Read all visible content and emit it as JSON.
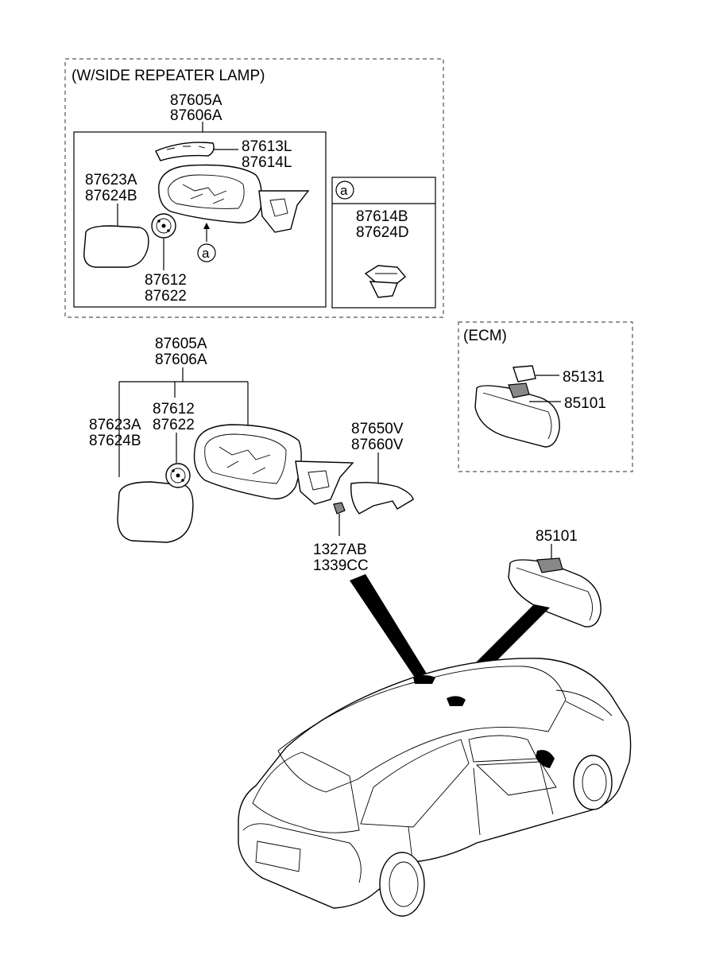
{
  "repeater_section": {
    "title": "(W/SIDE REPEATER LAMP)",
    "assy_label_1": "87605A",
    "assy_label_2": "87606A",
    "cover_label_1": "87613L",
    "cover_label_2": "87614L",
    "glass_label_1": "87623A",
    "glass_label_2": "87624B",
    "actuator_label_1": "87612",
    "actuator_label_2": "87622",
    "ref_marker": "a"
  },
  "detail_a": {
    "marker": "a",
    "label_1": "87614B",
    "label_2": "87624D"
  },
  "ecm_section": {
    "title": "(ECM)",
    "part_1": "85131",
    "part_2": "85101"
  },
  "main_assembly": {
    "assy_label_1": "87605A",
    "assy_label_2": "87606A",
    "actuator_label_1": "87612",
    "actuator_label_2": "87622",
    "glass_label_1": "87623A",
    "glass_label_2": "87624B",
    "cover_label_1": "87650V",
    "cover_label_2": "87660V",
    "nut_label_1": "1327AB",
    "nut_label_2": "1339CC",
    "inside_mirror_label": "85101"
  }
}
